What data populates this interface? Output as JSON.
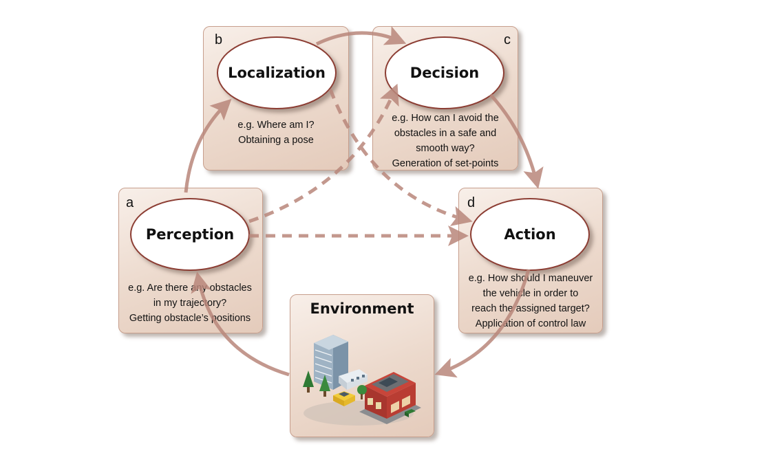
{
  "stages": {
    "a": {
      "letter": "a",
      "title": "Perception",
      "desc": [
        "e.g. Are there any obstacles",
        "in my trajectory?",
        "Getting obstacle’s positions"
      ]
    },
    "b": {
      "letter": "b",
      "title": "Localization",
      "desc": [
        "e.g. Where am I?",
        "Obtaining a pose"
      ]
    },
    "c": {
      "letter": "c",
      "title": "Decision",
      "desc": [
        "e.g. How can I avoid the",
        "obstacles in a safe and",
        "smooth way?",
        "Generation of set-points"
      ]
    },
    "d": {
      "letter": "d",
      "title": "Action",
      "desc": [
        "e.g. How should I maneuver",
        "the vehicle in order to",
        "reach the assigned target?",
        "Application of control law"
      ]
    }
  },
  "environment": {
    "title": "Environment",
    "illustration": "city-buildings-vehicles-icon"
  },
  "colors": {
    "arrow": "#b9877b",
    "box_border": "#c79e8c",
    "ellipse_border": "#8c3d33"
  }
}
